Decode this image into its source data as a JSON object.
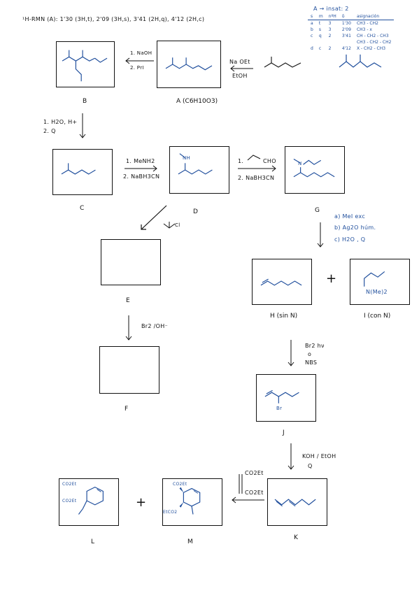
{
  "nmr_line": "¹H-RMN (A):  1'30 (3H,t),  2'09 (3H,s), 3'41 (2H,q),  4'12 (2H,c)",
  "table": {
    "title": "A → insat: 2",
    "headers": [
      "s",
      "m",
      "nºH",
      "δ",
      "asignación"
    ],
    "rows": [
      [
        "a",
        "t",
        "3",
        "1'30",
        "CH3 - CH2"
      ],
      [
        "b",
        "s",
        "3",
        "2'09",
        "CH3 - x"
      ],
      [
        "c",
        "q",
        "2",
        "3'41",
        "CH - CH2 - CH3"
      ],
      [
        "d",
        "c",
        "2",
        "4'12",
        "X - CH2 - CH3"
      ]
    ],
    "extra_assign": "CH3 - CH2 - CH2"
  },
  "labels": {
    "A": "A  (C6H10O3)",
    "B": "B",
    "C": "C",
    "D": "D",
    "E": "E",
    "F": "F",
    "G": "G",
    "H": "H (sin N)",
    "I": "I  (con N)",
    "J": "J",
    "K": "K",
    "L": "L",
    "M": "M"
  },
  "reagents": {
    "naoet": "Na OEt",
    "etoh": "EtOH",
    "a_to_b_1": "1. NaOH",
    "a_to_b_2": "2. PrI",
    "b_to_c_1": "1. H2O, H+",
    "b_to_c_2": "2. Q",
    "c_to_d_1": "1. MeNH2",
    "c_to_d_2": "2. NaBH3CN",
    "d_to_g_1": "1.",
    "d_to_g_cho": "CHO",
    "d_to_g_2": "2. NaBH3CN",
    "g_step_a": "a) MeI  exc",
    "g_step_b": "b) Ag2O  húm.",
    "g_step_c": "c)  H2O , Q",
    "e_to_f": "Br2 /OH⁻",
    "h_to_j_1": "Br2  hν",
    "h_to_j_2": "o",
    "h_to_j_3": "NBS",
    "j_to_k_1": "KOH /  EtOH",
    "j_to_k_2": "Q",
    "dienophile_1": "CO2Et",
    "dienophile_2": "CO2Et",
    "i_group": "N(Me)2",
    "j_br": "Br",
    "plus": "+",
    "acyl_cl": "Cl",
    "nh": "NH",
    "n": "N",
    "ester_top": "CO2Et",
    "ester_bottom": "CO2Et",
    "m_top": "CO2Et",
    "m_bottom": "EtCO2"
  }
}
